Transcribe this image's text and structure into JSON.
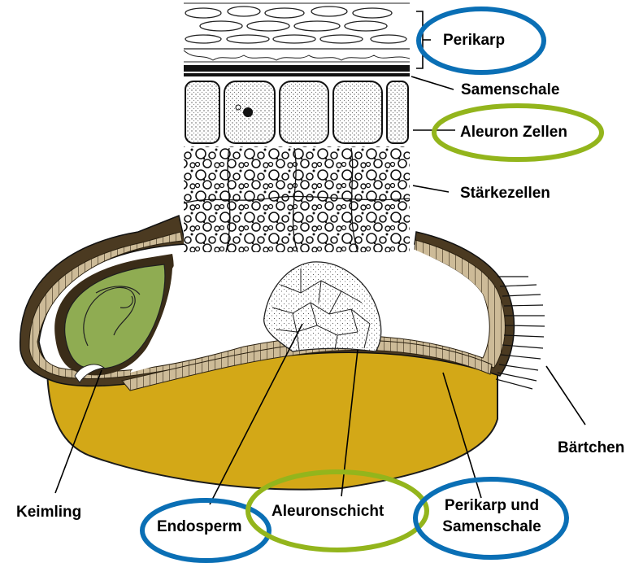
{
  "labels": {
    "perikarp": "Perikarp",
    "samenschale": "Samenschale",
    "aleuron_zellen": "Aleuron Zellen",
    "staerkezellen": "Stärkezellen",
    "baertchen": "Bärtchen",
    "keimling": "Keimling",
    "endosperm": "Endosperm",
    "aleuronschicht": "Aleuronschicht",
    "perikarp_und_samenschale": "Perikarp und\nSamenschale"
  },
  "colors": {
    "blue_ring": "#0a6fb5",
    "green_ring": "#93b51c",
    "germ_green": "#8fac52",
    "endosperm_yellow": "#d3a817",
    "seed_coat_brown": "#4b3a21",
    "aleurone_tan": "#c9b898"
  },
  "highlight_groups": {
    "blue": [
      "Perikarp",
      "Endosperm",
      "Perikarp und Samenschale"
    ],
    "green": [
      "Aleuron Zellen",
      "Aleuronschicht"
    ]
  }
}
